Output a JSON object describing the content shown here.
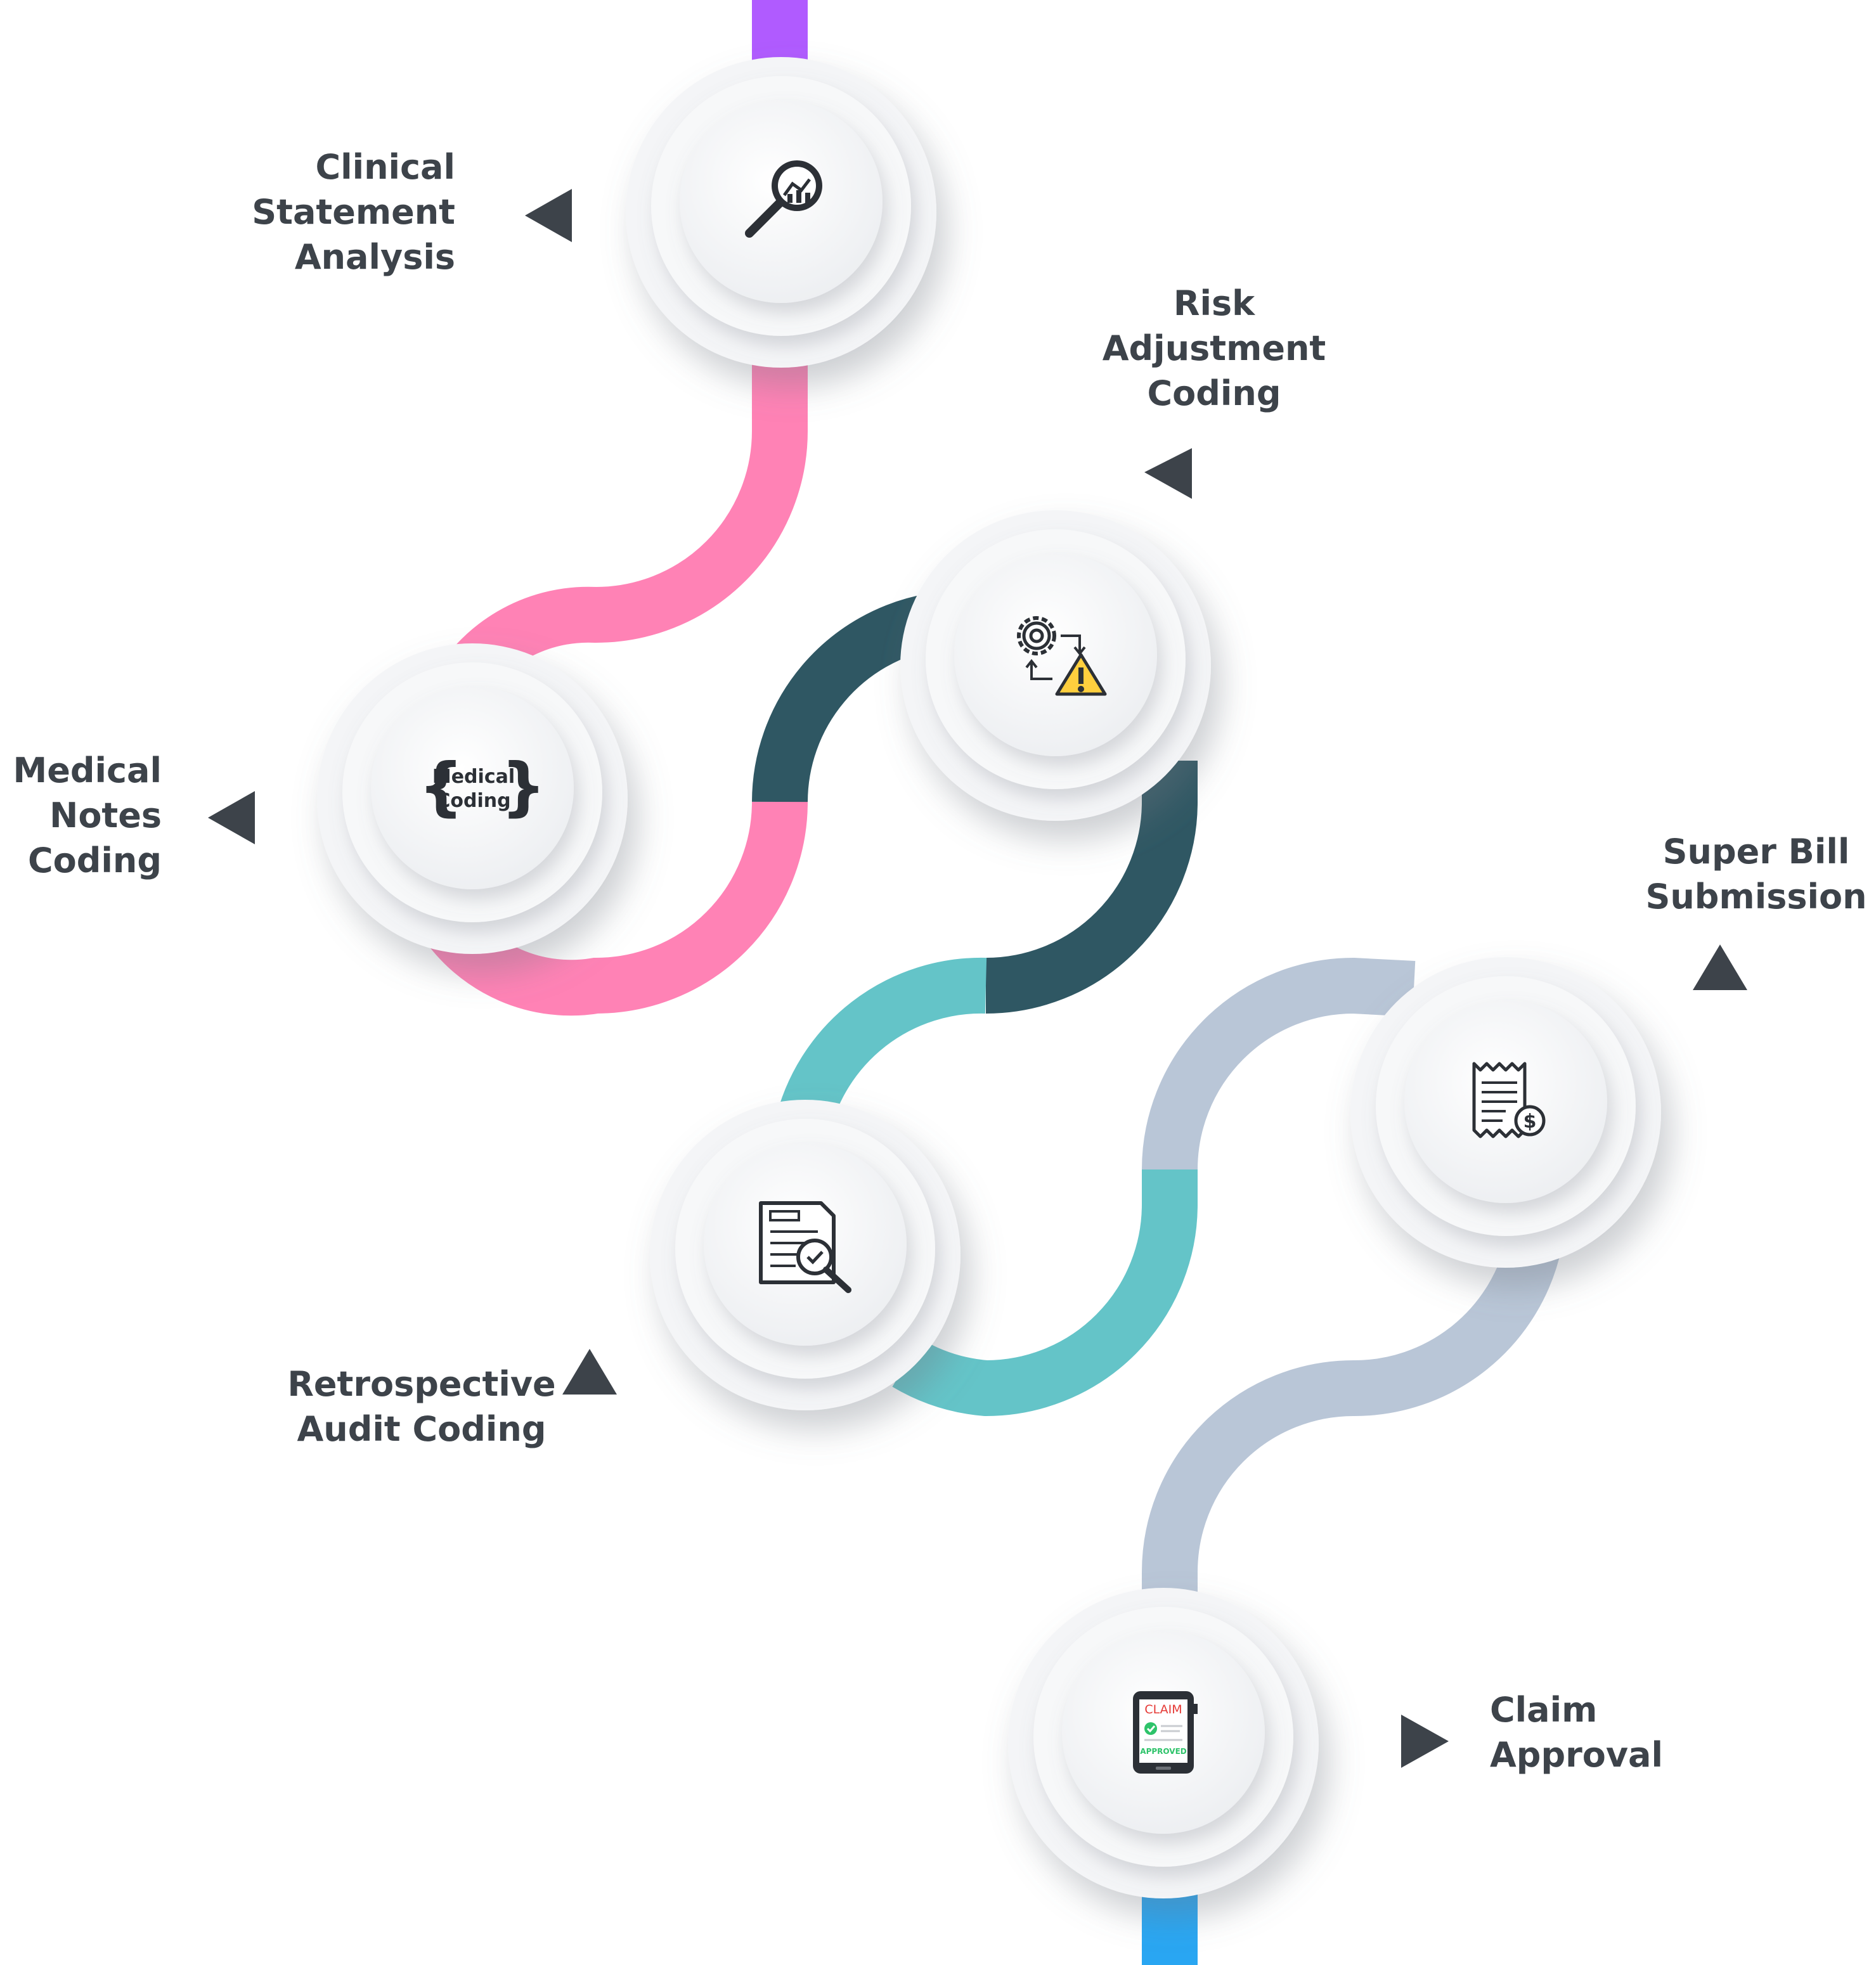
{
  "steps": [
    {
      "id": "clinical",
      "label": "Clinical\nStatement\nAnalysis",
      "icon": "magnifier-chart-icon"
    },
    {
      "id": "medical",
      "label": "Medical\nNotes\nCoding",
      "icon": "medical-coding-badge-icon",
      "badge_line1": "Medical",
      "badge_line2": "Coding"
    },
    {
      "id": "risk",
      "label": "Risk\nAdjustment\nCoding",
      "icon": "gear-warning-icon"
    },
    {
      "id": "retro",
      "label": "Retrospective\nAudit Coding",
      "icon": "document-audit-icon"
    },
    {
      "id": "superbill",
      "label": "Super Bill\nSubmission",
      "icon": "receipt-dollar-icon"
    },
    {
      "id": "claim",
      "label": "Claim\nApproval",
      "icon": "claim-tablet-icon",
      "claim_word": "CLAIM",
      "approved_word": "APPROVED"
    }
  ],
  "colors": {
    "purple": "#b05bff",
    "pink": "#ff82b5",
    "dark_teal": "#2f5763",
    "teal": "#64c4c8",
    "grey_blue": "#b9c6d7",
    "blue": "#29a6f2",
    "text": "#3d434a",
    "arrow": "#3d434a"
  }
}
